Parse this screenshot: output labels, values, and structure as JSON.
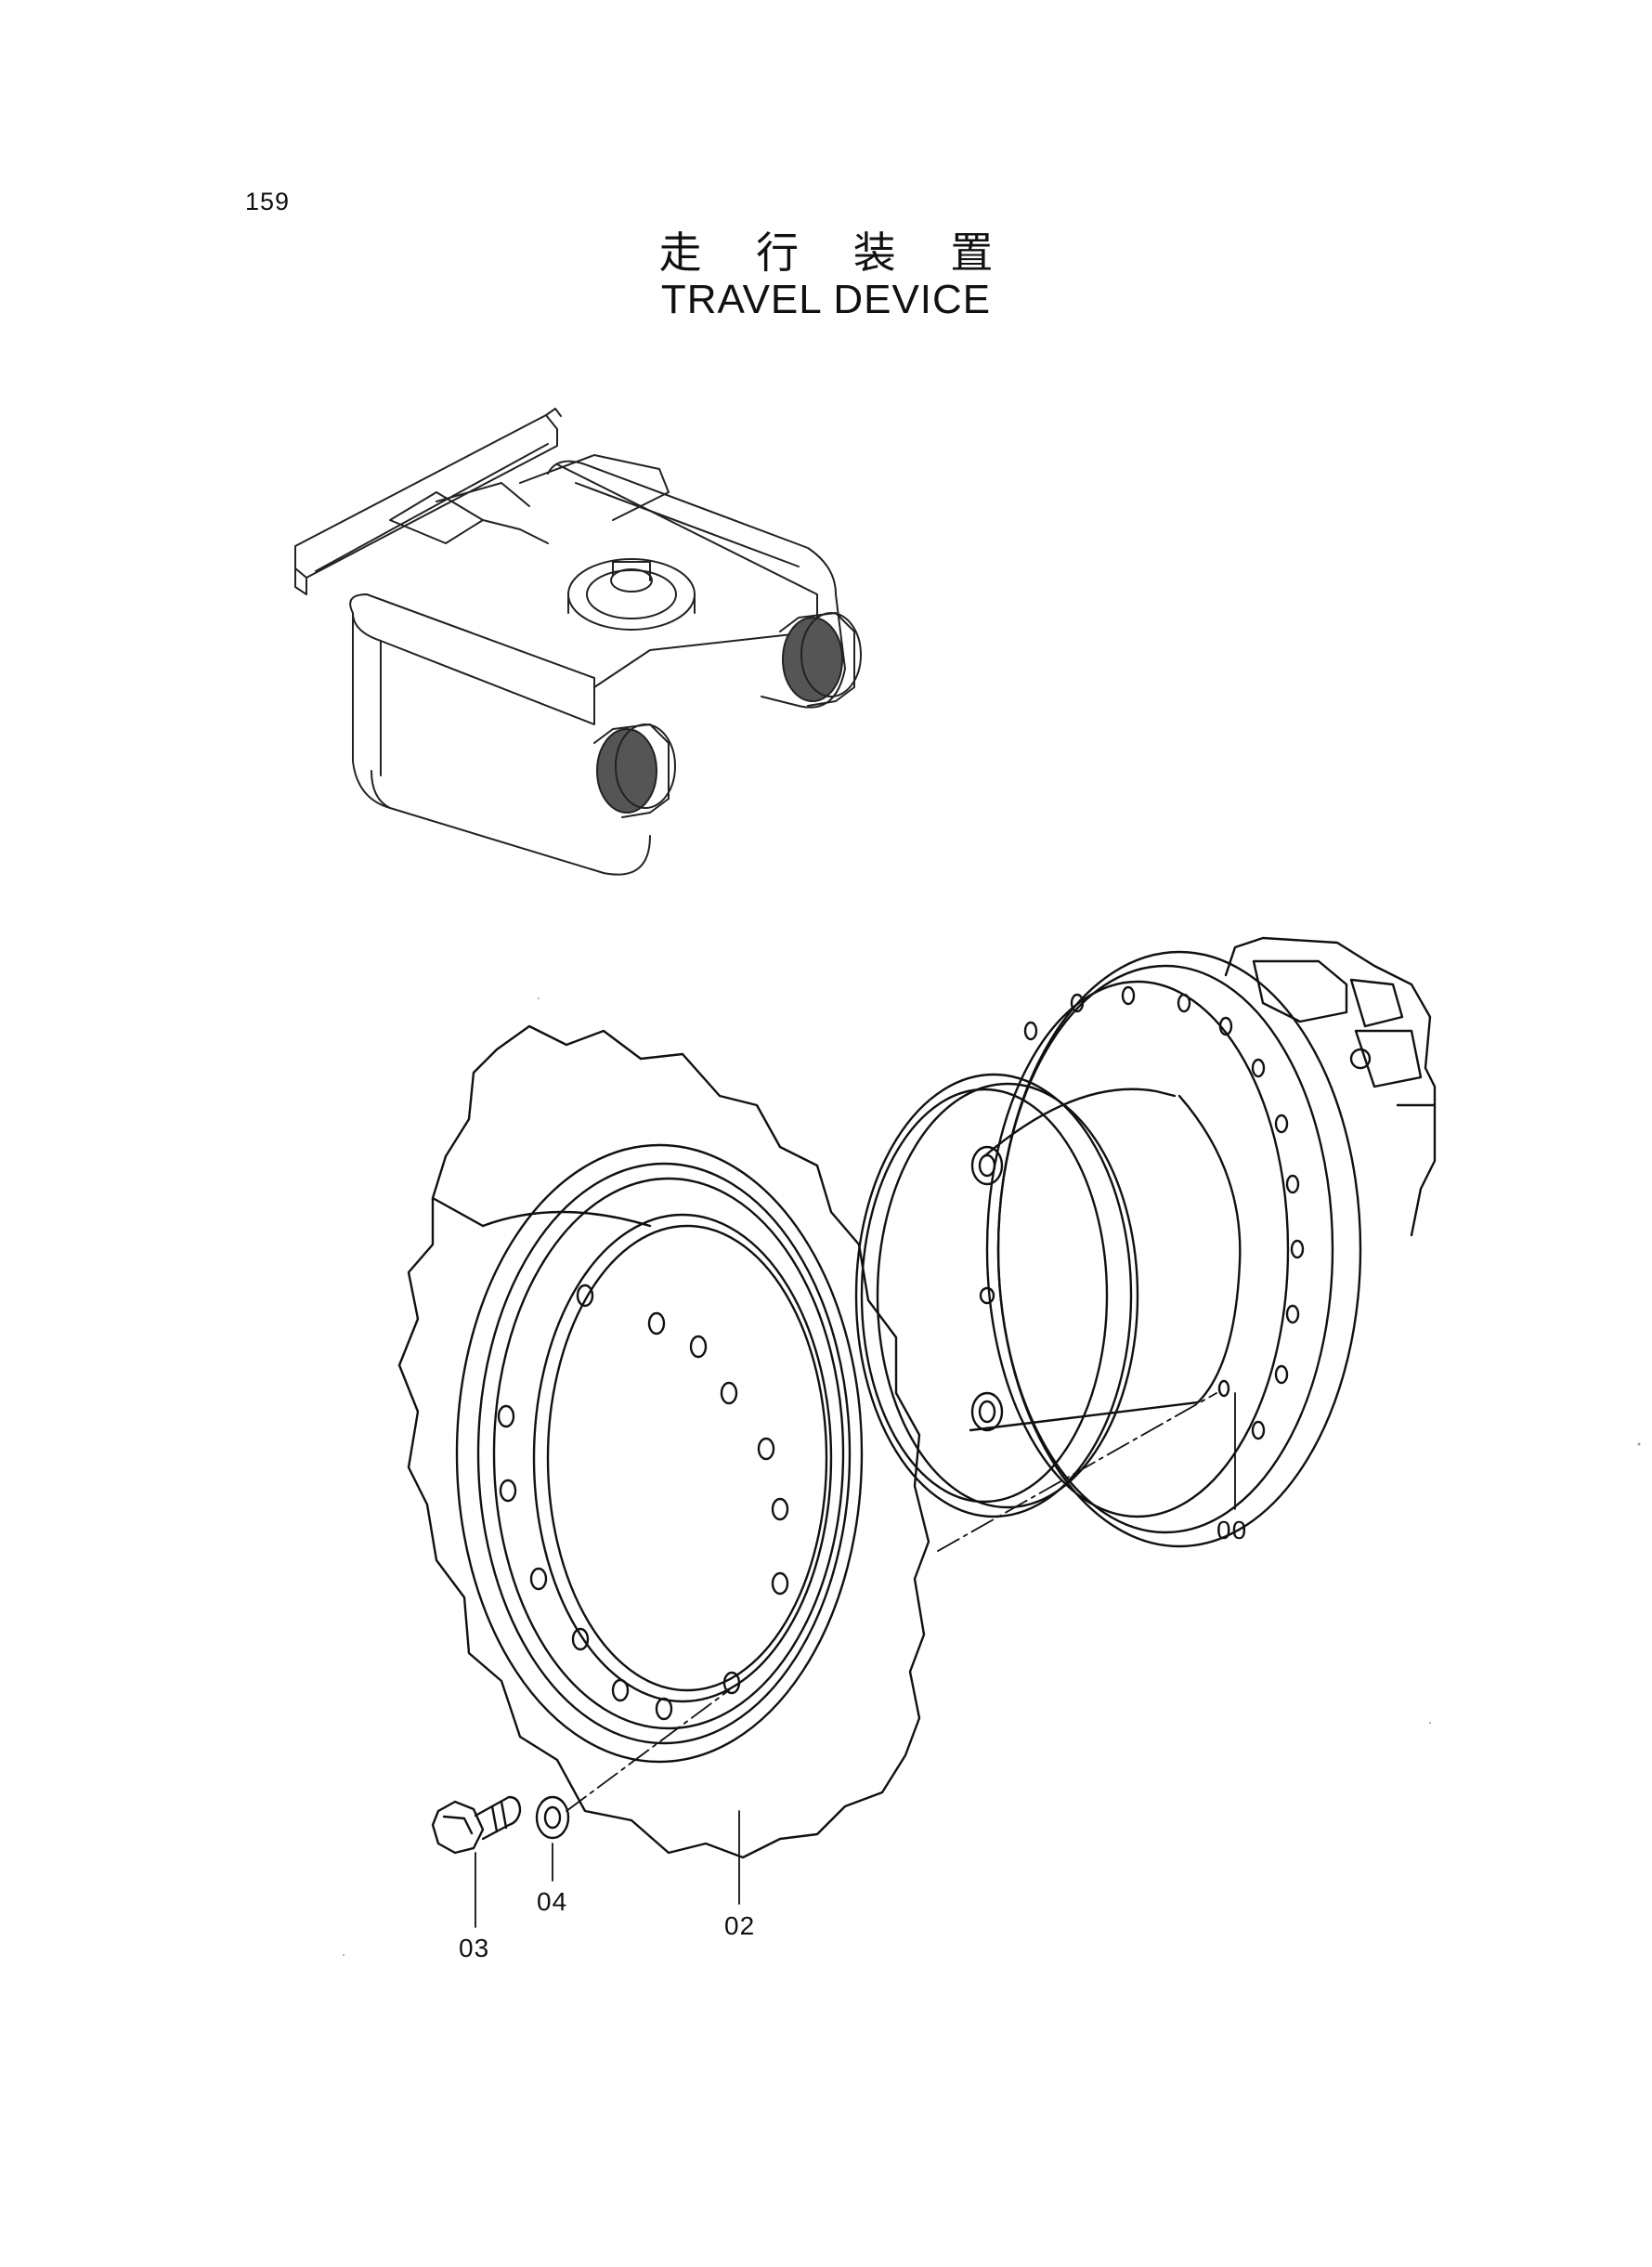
{
  "page": {
    "number": "159"
  },
  "title": {
    "japanese": "走 行 装 置",
    "english": "TRAVEL DEVICE"
  },
  "callouts": [
    {
      "id": "00",
      "part": "travel-motor"
    },
    {
      "id": "02",
      "part": "sprocket"
    },
    {
      "id": "03",
      "part": "bolt"
    },
    {
      "id": "04",
      "part": "lock-washer"
    }
  ]
}
